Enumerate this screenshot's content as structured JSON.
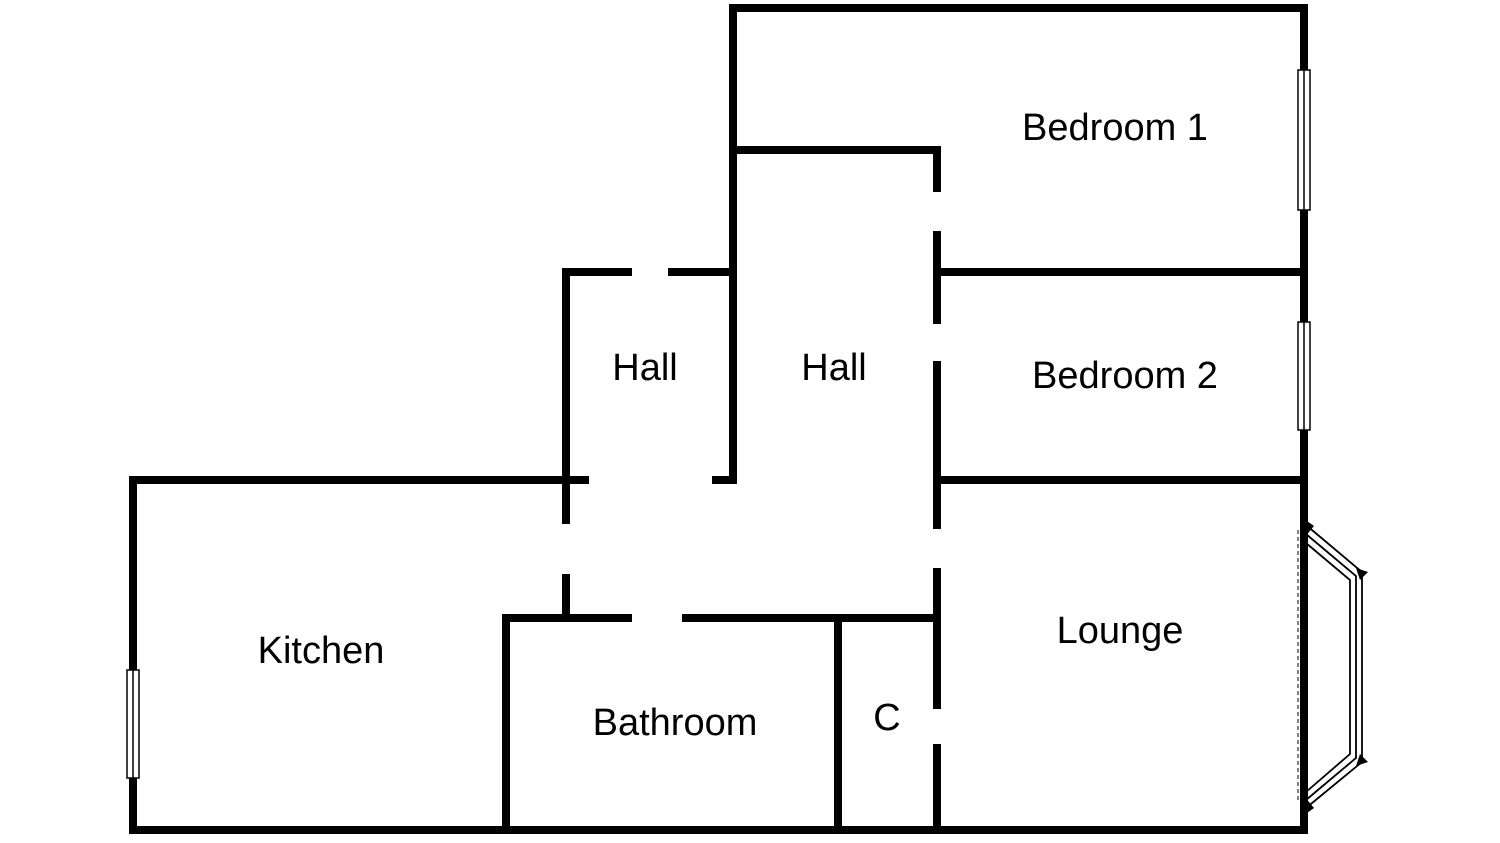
{
  "floorplan": {
    "rooms": {
      "bedroom_1": "Bedroom 1",
      "bedroom_2": "Bedroom 2",
      "hall_left": "Hall",
      "hall_right": "Hall",
      "kitchen": "Kitchen",
      "bathroom": "Bathroom",
      "cupboard": "C",
      "lounge": "Lounge"
    },
    "colors": {
      "wall": "#000000",
      "background": "#ffffff"
    }
  }
}
